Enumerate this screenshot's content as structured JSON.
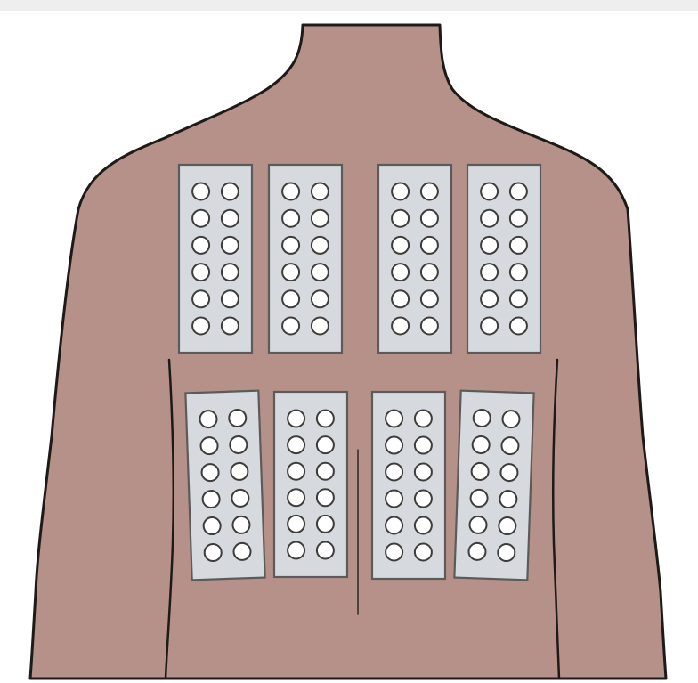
{
  "figure": {
    "subject": "upper back",
    "patch_groups": [
      {
        "row": "upper",
        "patches": [
          {
            "label": "",
            "chamber_columns": 2,
            "chamber_rows": 6
          },
          {
            "label": "",
            "chamber_columns": 2,
            "chamber_rows": 6
          },
          {
            "label": "",
            "chamber_columns": 2,
            "chamber_rows": 6
          },
          {
            "label": "",
            "chamber_columns": 2,
            "chamber_rows": 6
          }
        ]
      },
      {
        "row": "lower",
        "patches": [
          {
            "label": "",
            "chamber_columns": 2,
            "chamber_rows": 6
          },
          {
            "label": "",
            "chamber_columns": 2,
            "chamber_rows": 6
          },
          {
            "label": "",
            "chamber_columns": 2,
            "chamber_rows": 6
          },
          {
            "label": "",
            "chamber_columns": 2,
            "chamber_rows": 6
          }
        ]
      }
    ],
    "colors": {
      "skin": "#b69189",
      "outline": "#1e1a18",
      "patch": "#d6d9dd",
      "patch_border": "#5b5b5b",
      "chamber": "#ffffff"
    }
  }
}
